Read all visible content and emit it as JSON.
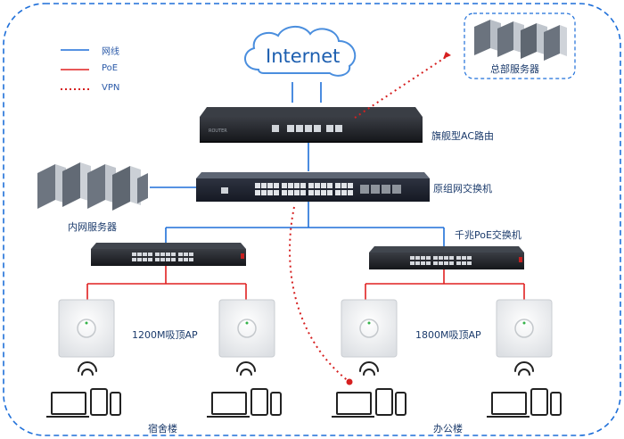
{
  "legend": {
    "wired": "网线",
    "poe": "PoE",
    "vpn": "VPN"
  },
  "internet": "Internet",
  "hq_server": "总部服务器",
  "ac_router": "旗舰型AC路由",
  "core_switch": "原组网交换机",
  "intranet_server": "内网服务器",
  "poe_switch": "千兆PoE交换机",
  "ap_left": "1200M吸顶AP",
  "ap_right": "1800M吸顶AP",
  "building_left": "宿舍楼",
  "building_right": "办公楼",
  "colors": {
    "wired": "#1e6fd9",
    "poe": "#e02020",
    "vpn": "#d62020",
    "border": "#1e6fd9"
  }
}
